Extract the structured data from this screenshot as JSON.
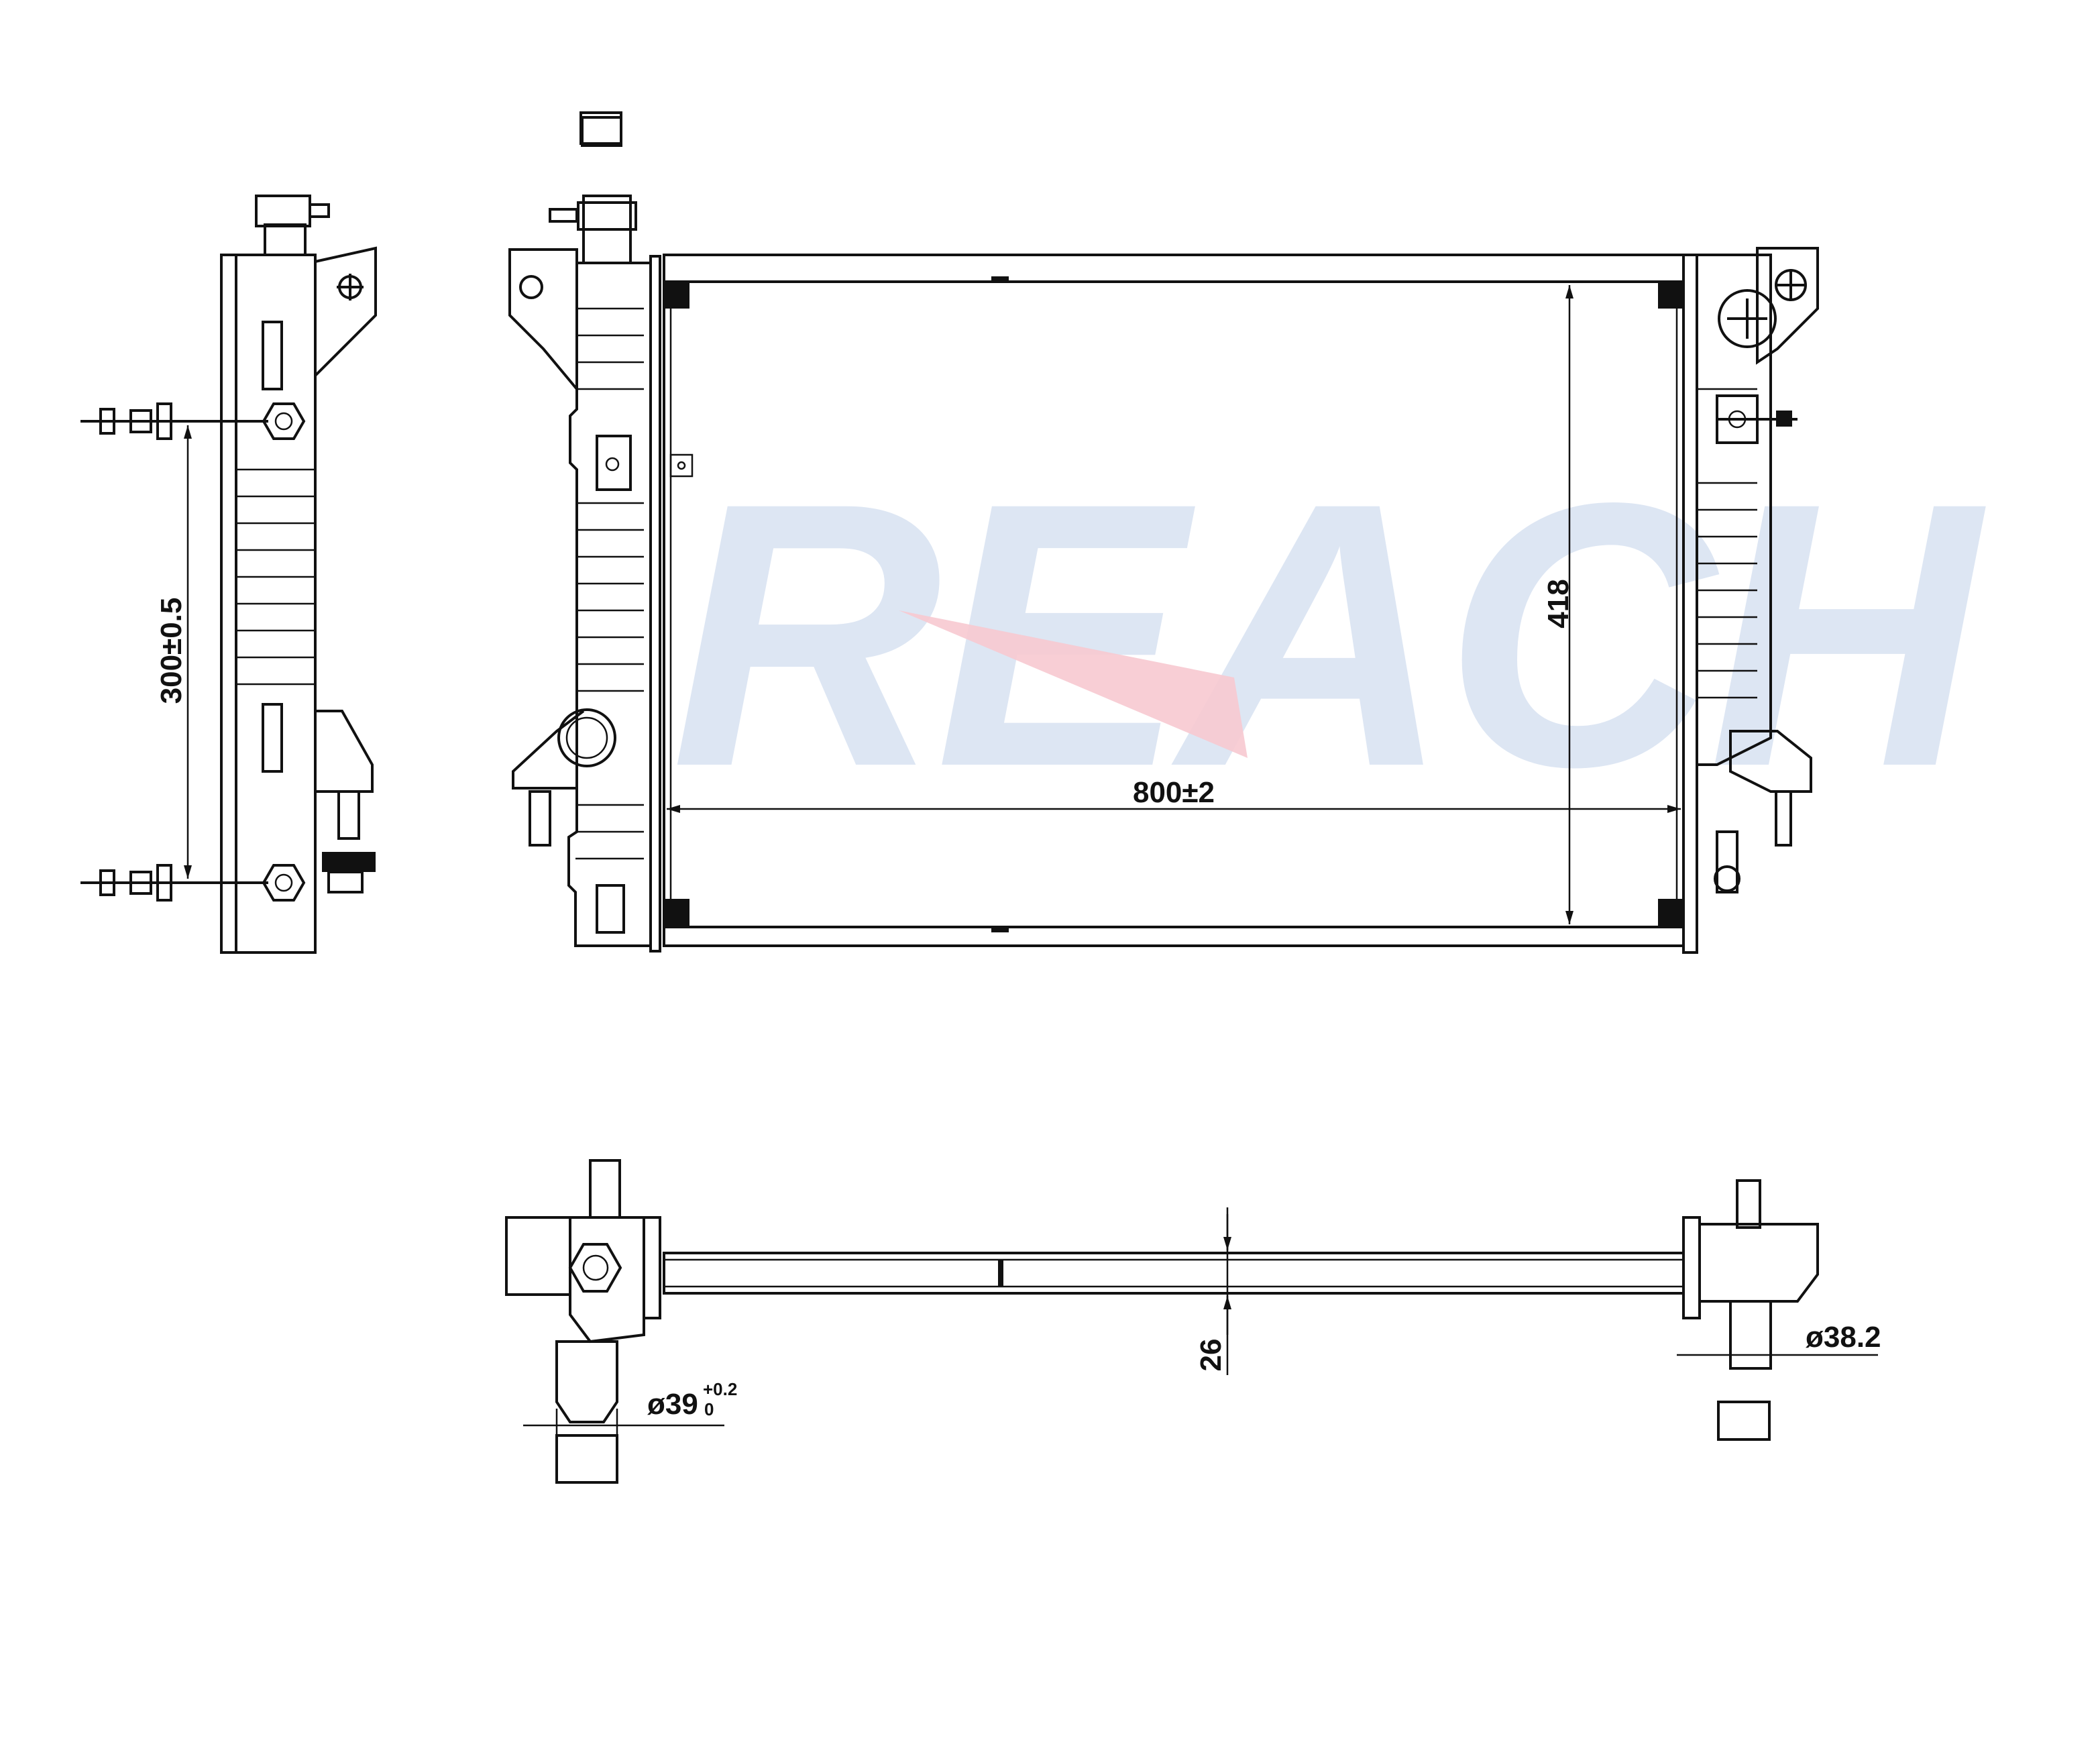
{
  "watermark": {
    "text": "REACH",
    "color": "#dde6f3",
    "accent_color": "#f7c9d0"
  },
  "dimensions": {
    "width": "800±2",
    "height": "418",
    "side_mount_spacing": "300±0.5",
    "core_thickness": "26",
    "outlet_diameter_right": "ø38.2",
    "inlet_diameter_left": "ø39",
    "inlet_tolerance_upper": "+0.2",
    "inlet_tolerance_lower": "0"
  }
}
